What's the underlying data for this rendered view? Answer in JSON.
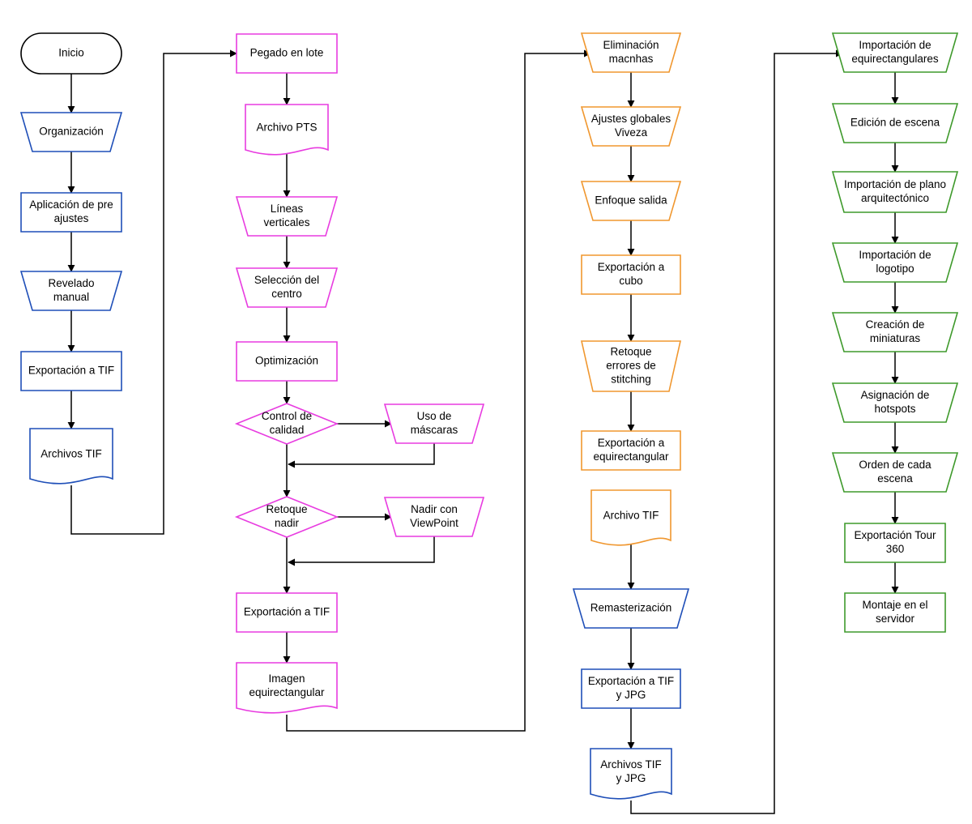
{
  "colors": {
    "blue": "#1f4fb8",
    "magenta": "#e83ce0",
    "orange": "#f0972f",
    "green": "#3f9a2c",
    "black": "#000000",
    "connector": "#000000"
  },
  "nodes": [
    {
      "id": "inicio",
      "shape": "terminal",
      "color": "black",
      "lines": [
        "Inicio"
      ]
    },
    {
      "id": "organizacion",
      "shape": "trapezoid",
      "color": "blue",
      "lines": [
        "Organización"
      ]
    },
    {
      "id": "aplicacion",
      "shape": "rect",
      "color": "blue",
      "lines": [
        "Aplicación de pre",
        "ajustes"
      ]
    },
    {
      "id": "revelado",
      "shape": "trapezoid",
      "color": "blue",
      "lines": [
        "Revelado",
        "manual"
      ]
    },
    {
      "id": "export-tif-1",
      "shape": "rect",
      "color": "blue",
      "lines": [
        "Exportación a TIF"
      ]
    },
    {
      "id": "archivos-tif-1",
      "shape": "document",
      "color": "blue",
      "lines": [
        "Archivos TIF"
      ]
    },
    {
      "id": "pegado",
      "shape": "rect",
      "color": "magenta",
      "lines": [
        "Pegado en lote"
      ]
    },
    {
      "id": "archivo-pts",
      "shape": "document",
      "color": "magenta",
      "lines": [
        "Archivo PTS"
      ]
    },
    {
      "id": "lineas",
      "shape": "trapezoid",
      "color": "magenta",
      "lines": [
        "Líneas",
        "verticales"
      ]
    },
    {
      "id": "seleccion",
      "shape": "trapezoid",
      "color": "magenta",
      "lines": [
        "Selección del",
        "centro"
      ]
    },
    {
      "id": "optimizacion",
      "shape": "rect",
      "color": "magenta",
      "lines": [
        "Optimización"
      ]
    },
    {
      "id": "control",
      "shape": "diamond",
      "color": "magenta",
      "lines": [
        "Control de",
        "calidad"
      ]
    },
    {
      "id": "mascaras",
      "shape": "trapezoid",
      "color": "magenta",
      "lines": [
        "Uso de",
        "máscaras"
      ]
    },
    {
      "id": "retoque-nadir",
      "shape": "diamond",
      "color": "magenta",
      "lines": [
        "Retoque",
        "nadir"
      ]
    },
    {
      "id": "nadir-viewpoint",
      "shape": "trapezoid",
      "color": "magenta",
      "lines": [
        "Nadir con",
        "ViewPoint"
      ]
    },
    {
      "id": "export-tif-2",
      "shape": "rect",
      "color": "magenta",
      "lines": [
        "Exportación a TIF"
      ]
    },
    {
      "id": "imagen-equi",
      "shape": "document",
      "color": "magenta",
      "lines": [
        "Imagen",
        "equirectangular"
      ]
    },
    {
      "id": "eliminacion",
      "shape": "trapezoid",
      "color": "orange",
      "lines": [
        "Eliminación",
        "macnhas"
      ]
    },
    {
      "id": "ajustes-globales",
      "shape": "trapezoid",
      "color": "orange",
      "lines": [
        "Ajustes globales",
        "Viveza"
      ]
    },
    {
      "id": "enfoque",
      "shape": "trapezoid",
      "color": "orange",
      "lines": [
        "Enfoque salida"
      ]
    },
    {
      "id": "export-cubo",
      "shape": "rect",
      "color": "orange",
      "lines": [
        "Exportación a",
        "cubo"
      ]
    },
    {
      "id": "retoque-errores",
      "shape": "trapezoid",
      "color": "orange",
      "lines": [
        "Retoque",
        "errores de",
        "stitching"
      ]
    },
    {
      "id": "export-equi",
      "shape": "rect",
      "color": "orange",
      "lines": [
        "Exportación a",
        "equirectangular"
      ]
    },
    {
      "id": "archivo-tif-3",
      "shape": "document",
      "color": "orange",
      "lines": [
        "Archivo TIF"
      ]
    },
    {
      "id": "remasterizacion",
      "shape": "trapezoid",
      "color": "blue",
      "lines": [
        "Remasterización"
      ]
    },
    {
      "id": "export-tif-jpg",
      "shape": "rect",
      "color": "blue",
      "lines": [
        "Exportación a TIF",
        "y JPG"
      ]
    },
    {
      "id": "archivos-tif-jpg",
      "shape": "document",
      "color": "blue",
      "lines": [
        "Archivos TIF",
        "y JPG"
      ]
    },
    {
      "id": "importacion-equi",
      "shape": "trapezoid",
      "color": "green",
      "lines": [
        "Importación de",
        "equirectangulares"
      ]
    },
    {
      "id": "edicion",
      "shape": "trapezoid",
      "color": "green",
      "lines": [
        "Edición de escena"
      ]
    },
    {
      "id": "importacion-plano",
      "shape": "trapezoid",
      "color": "green",
      "lines": [
        "Importación de plano",
        "arquitectónico"
      ]
    },
    {
      "id": "importacion-logo",
      "shape": "trapezoid",
      "color": "green",
      "lines": [
        "Importación de",
        "logotipo"
      ]
    },
    {
      "id": "miniaturas",
      "shape": "trapezoid",
      "color": "green",
      "lines": [
        "Creación de",
        "miniaturas"
      ]
    },
    {
      "id": "hotspots",
      "shape": "trapezoid",
      "color": "green",
      "lines": [
        "Asignación de",
        "hotspots"
      ]
    },
    {
      "id": "orden",
      "shape": "trapezoid",
      "color": "green",
      "lines": [
        "Orden de cada",
        "escena"
      ]
    },
    {
      "id": "export-tour",
      "shape": "rect",
      "color": "green",
      "lines": [
        "Exportación Tour",
        "360"
      ]
    },
    {
      "id": "montaje",
      "shape": "rect",
      "color": "green",
      "lines": [
        "Montaje en el",
        "servidor"
      ]
    }
  ],
  "edges": [
    {
      "from": "inicio",
      "to": "organizacion"
    },
    {
      "from": "organizacion",
      "to": "aplicacion"
    },
    {
      "from": "aplicacion",
      "to": "revelado"
    },
    {
      "from": "revelado",
      "to": "export-tif-1"
    },
    {
      "from": "export-tif-1",
      "to": "archivos-tif-1"
    },
    {
      "from": "archivos-tif-1",
      "to": "pegado"
    },
    {
      "from": "pegado",
      "to": "archivo-pts"
    },
    {
      "from": "archivo-pts",
      "to": "lineas"
    },
    {
      "from": "lineas",
      "to": "seleccion"
    },
    {
      "from": "seleccion",
      "to": "optimizacion"
    },
    {
      "from": "optimizacion",
      "to": "control"
    },
    {
      "from": "control",
      "to": "mascaras"
    },
    {
      "from": "mascaras",
      "to": "control",
      "kind": "merge-back"
    },
    {
      "from": "control",
      "to": "retoque-nadir"
    },
    {
      "from": "retoque-nadir",
      "to": "nadir-viewpoint"
    },
    {
      "from": "nadir-viewpoint",
      "to": "retoque-nadir",
      "kind": "merge-back"
    },
    {
      "from": "retoque-nadir",
      "to": "export-tif-2"
    },
    {
      "from": "export-tif-2",
      "to": "imagen-equi"
    },
    {
      "from": "imagen-equi",
      "to": "eliminacion"
    },
    {
      "from": "eliminacion",
      "to": "ajustes-globales"
    },
    {
      "from": "ajustes-globales",
      "to": "enfoque"
    },
    {
      "from": "enfoque",
      "to": "export-cubo"
    },
    {
      "from": "export-cubo",
      "to": "retoque-errores"
    },
    {
      "from": "retoque-errores",
      "to": "export-equi"
    },
    {
      "from": "archivo-tif-3",
      "to": "remasterizacion"
    },
    {
      "from": "remasterizacion",
      "to": "export-tif-jpg"
    },
    {
      "from": "export-tif-jpg",
      "to": "archivos-tif-jpg"
    },
    {
      "from": "archivos-tif-jpg",
      "to": "importacion-equi"
    },
    {
      "from": "importacion-equi",
      "to": "edicion"
    },
    {
      "from": "edicion",
      "to": "importacion-plano"
    },
    {
      "from": "importacion-plano",
      "to": "importacion-logo"
    },
    {
      "from": "importacion-logo",
      "to": "miniaturas"
    },
    {
      "from": "miniaturas",
      "to": "hotspots"
    },
    {
      "from": "hotspots",
      "to": "orden"
    },
    {
      "from": "orden",
      "to": "export-tour"
    },
    {
      "from": "export-tour",
      "to": "montaje"
    }
  ]
}
